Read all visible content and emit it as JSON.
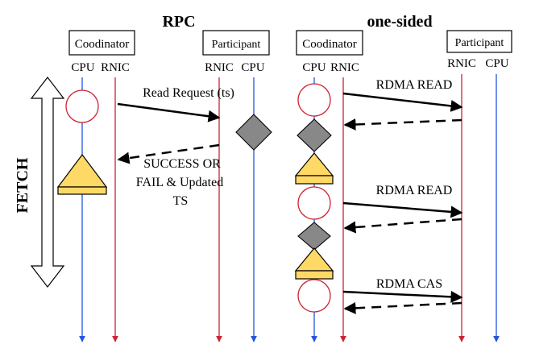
{
  "colors": {
    "cpu_line": "#2255dd",
    "rnic_line": "#cc2233",
    "circle_stroke": "#cc2233",
    "diamond_fill": "#888888",
    "triangle_fill": "#ffd966",
    "arrow": "#000000"
  },
  "rpc": {
    "title": "RPC",
    "coordinator_label": "Coodinator",
    "participant_label": "Participant",
    "coord_cpu_label": "CPU",
    "coord_rnic_label": "RNIC",
    "part_rnic_label": "RNIC",
    "part_cpu_label": "CPU",
    "request_label": "Read Request (ts)",
    "response_lines": [
      "SUCCESS OR",
      "FAIL & Updated",
      "TS"
    ]
  },
  "onesided": {
    "title": "one-sided",
    "coordinator_label": "Coodinator",
    "participant_label": "Participant",
    "coord_cpu_label": "CPU",
    "coord_rnic_label": "RNIC",
    "part_rnic_label": "RNIC",
    "part_cpu_label": "CPU",
    "op1_label": "RDMA READ",
    "op2_label": "RDMA READ",
    "op3_label": "RDMA CAS"
  },
  "phase_label": "FETCH"
}
